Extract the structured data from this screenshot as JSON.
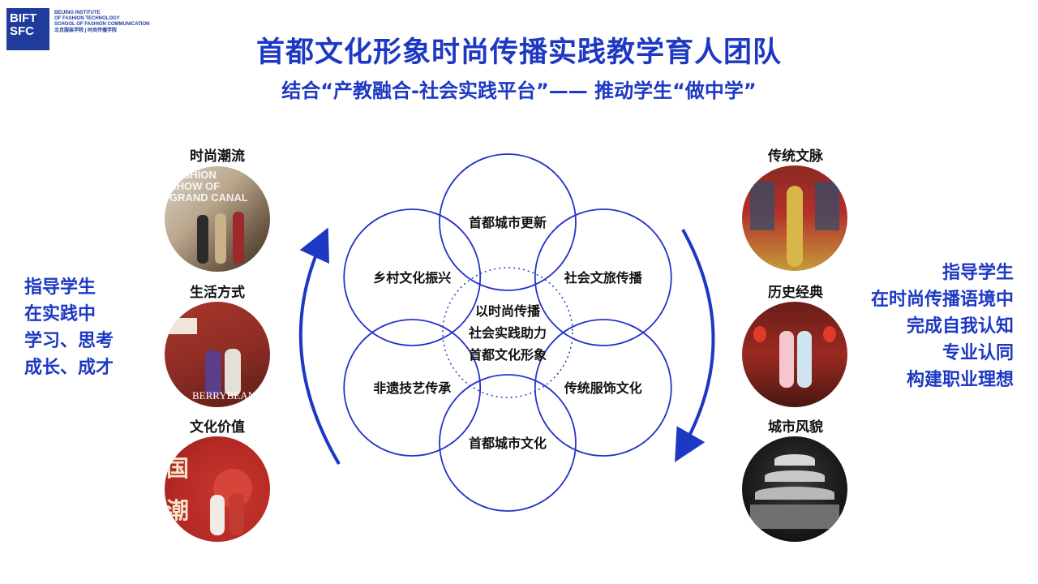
{
  "logo": {
    "mark": "BIFT SFC",
    "line1": "BEIJING INSTITUTE",
    "line2": "OF FASHION TECHNOLOGY",
    "line3": "SCHOOL OF FASHION COMMUNICATION",
    "line4": "北京服装学院 | 时尚传播学院"
  },
  "title": "首都文化形象时尚传播实践教学育人团队",
  "subtitle": "结合“产教融合-社会实践平台”——  推动学生“做中学”",
  "left_text": [
    "指导学生",
    "在实践中",
    "学习、思考",
    "成长、成才"
  ],
  "right_text": [
    "指导学生",
    "在时尚传播语境中",
    "完成自我认知",
    "专业认同",
    "构建职业理想"
  ],
  "left_photos": [
    {
      "label": "时尚潮流",
      "overlay": "FASHION SHOW OF GRAND CANAL"
    },
    {
      "label": "生活方式",
      "overlay": "BERRYBEANS"
    },
    {
      "label": "文化价值",
      "overlay": "国潮"
    }
  ],
  "right_photos": [
    {
      "label": "传统文脉"
    },
    {
      "label": "历史经典"
    },
    {
      "label": "城市风貌"
    }
  ],
  "center": [
    "以时尚传播",
    "社会实践助力",
    "首都文化形象"
  ],
  "petals": [
    "首都城市更新",
    "社会文旅传播",
    "传统服饰文化",
    "首都城市文化",
    "非遗技艺传承",
    "乡村文化振兴"
  ],
  "colors": {
    "accent": "#1d39c4",
    "circle": "#2433c9"
  }
}
